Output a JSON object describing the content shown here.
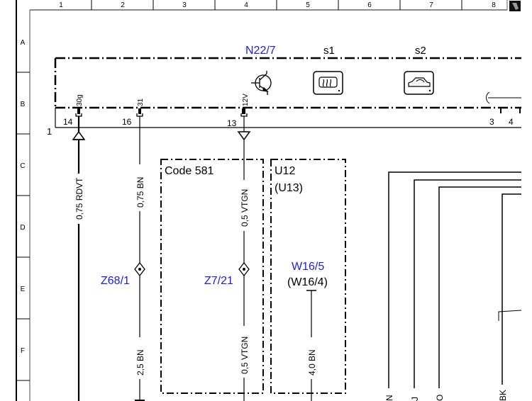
{
  "ruler": {
    "columns": [
      "1",
      "2",
      "3",
      "4",
      "5",
      "6",
      "7",
      "8"
    ],
    "rows": [
      "A",
      "B",
      "C",
      "D",
      "E",
      "F"
    ],
    "corner_icon": "pen-icon"
  },
  "module": {
    "id": "N22/7",
    "switches": [
      {
        "label": "s1",
        "icon": "rear-window-defroster-icon"
      },
      {
        "label": "s2",
        "icon": "car-recirculation-icon"
      }
    ],
    "transistor_icon": "transistor-icon",
    "connector_number": "1",
    "pins": [
      {
        "pin": "14",
        "signal": "30g",
        "wire": "0,75 RDVT"
      },
      {
        "pin": "16",
        "signal": "31",
        "wire": "0,75 BN"
      },
      {
        "pin": "13",
        "signal": "12V",
        "wire": "0,5 VTGN"
      },
      {
        "pin": "3",
        "signal": "",
        "wire": ""
      },
      {
        "pin": "4",
        "signal": "",
        "wire": ""
      }
    ]
  },
  "boxes": {
    "code_box": {
      "label": "Code 581"
    },
    "u12_box": {
      "label": "U12",
      "alt_label": "(U13)"
    }
  },
  "splices": [
    {
      "id": "Z68/1"
    },
    {
      "id": "Z7/21"
    }
  ],
  "ground": {
    "id": "W16/5",
    "alt_id": "(W16/4)"
  },
  "wires_lower": {
    "z68_out": "2,5 BN",
    "z7_out": "0,5 VTGN",
    "ground_wire": "4,0 BN"
  },
  "colors": {
    "component_id": "#1a1aff",
    "line": "#000000"
  }
}
